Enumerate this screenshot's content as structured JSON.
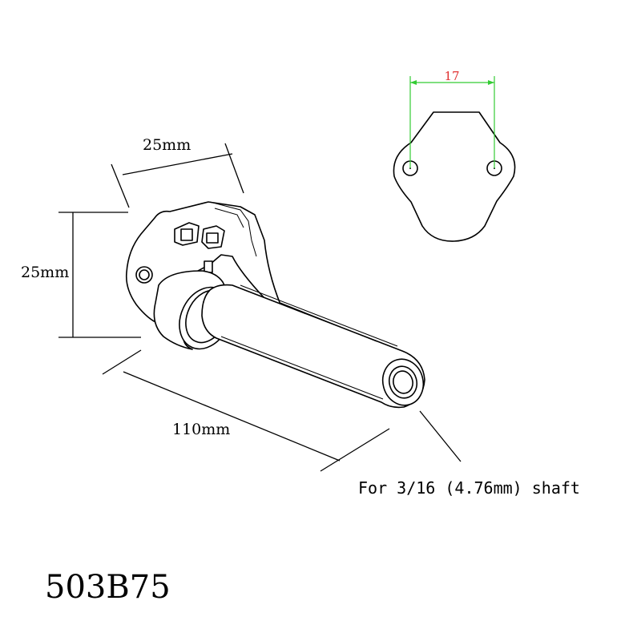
{
  "dimensions": {
    "top_width": "25mm",
    "height": "25mm",
    "length": "110mm",
    "hole_spacing": "17"
  },
  "note": "For 3/16 (4.76mm) shaft",
  "part_number": "503B75",
  "colors": {
    "hole_dimension_text": "#e03030",
    "hole_dimension_lines": "#33cc33",
    "outline": "#000000"
  }
}
